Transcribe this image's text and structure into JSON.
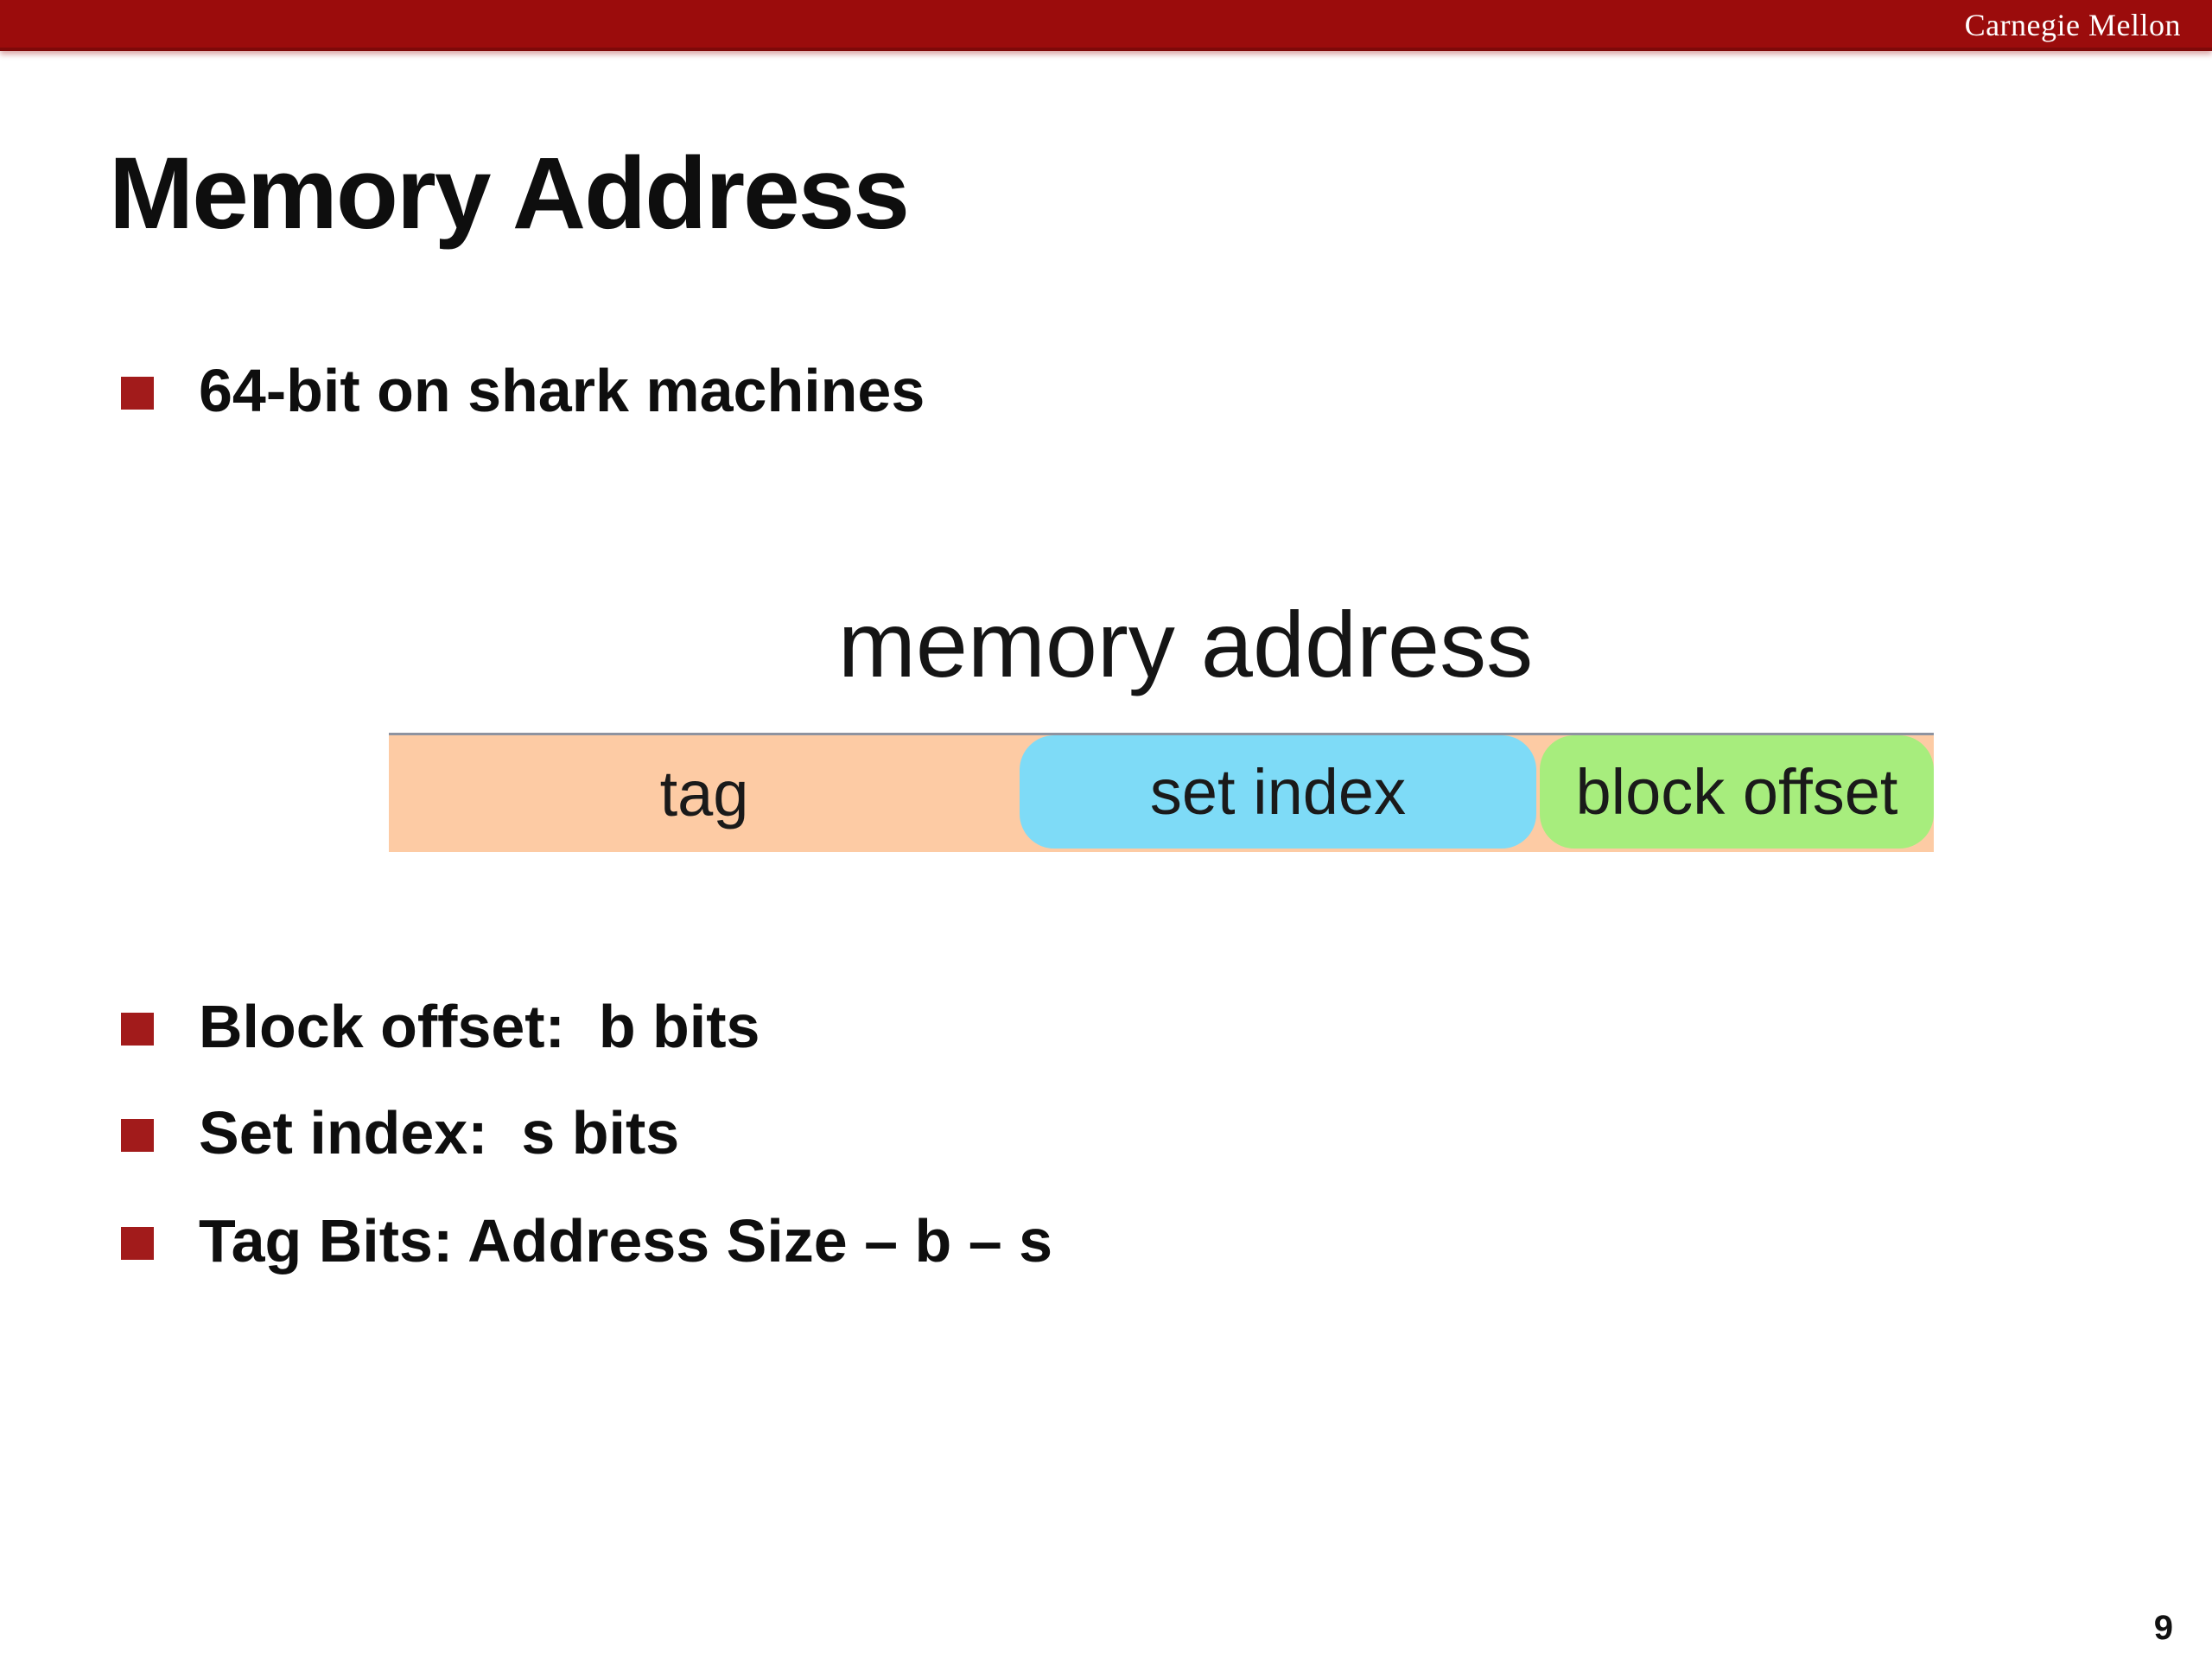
{
  "header": {
    "brand": "Carnegie Mellon",
    "bg_color": "#9b0c0c"
  },
  "slide": {
    "title": "Memory Address",
    "bullet_color": "#a21b1b"
  },
  "bullets_top": [
    {
      "text": "64-bit on shark machines"
    }
  ],
  "diagram": {
    "label": "memory address",
    "segments": [
      {
        "label": "tag",
        "color": "#fdcba4"
      },
      {
        "label": "set index",
        "color": "#7edbf7"
      },
      {
        "label": "block offset",
        "color": "#a7ed7d"
      }
    ]
  },
  "bullets_bottom": [
    {
      "text": "Block offset:  b bits"
    },
    {
      "text": "Set index:  s bits"
    },
    {
      "text": "Tag Bits: Address Size – b – s"
    }
  ],
  "page_number": "9"
}
